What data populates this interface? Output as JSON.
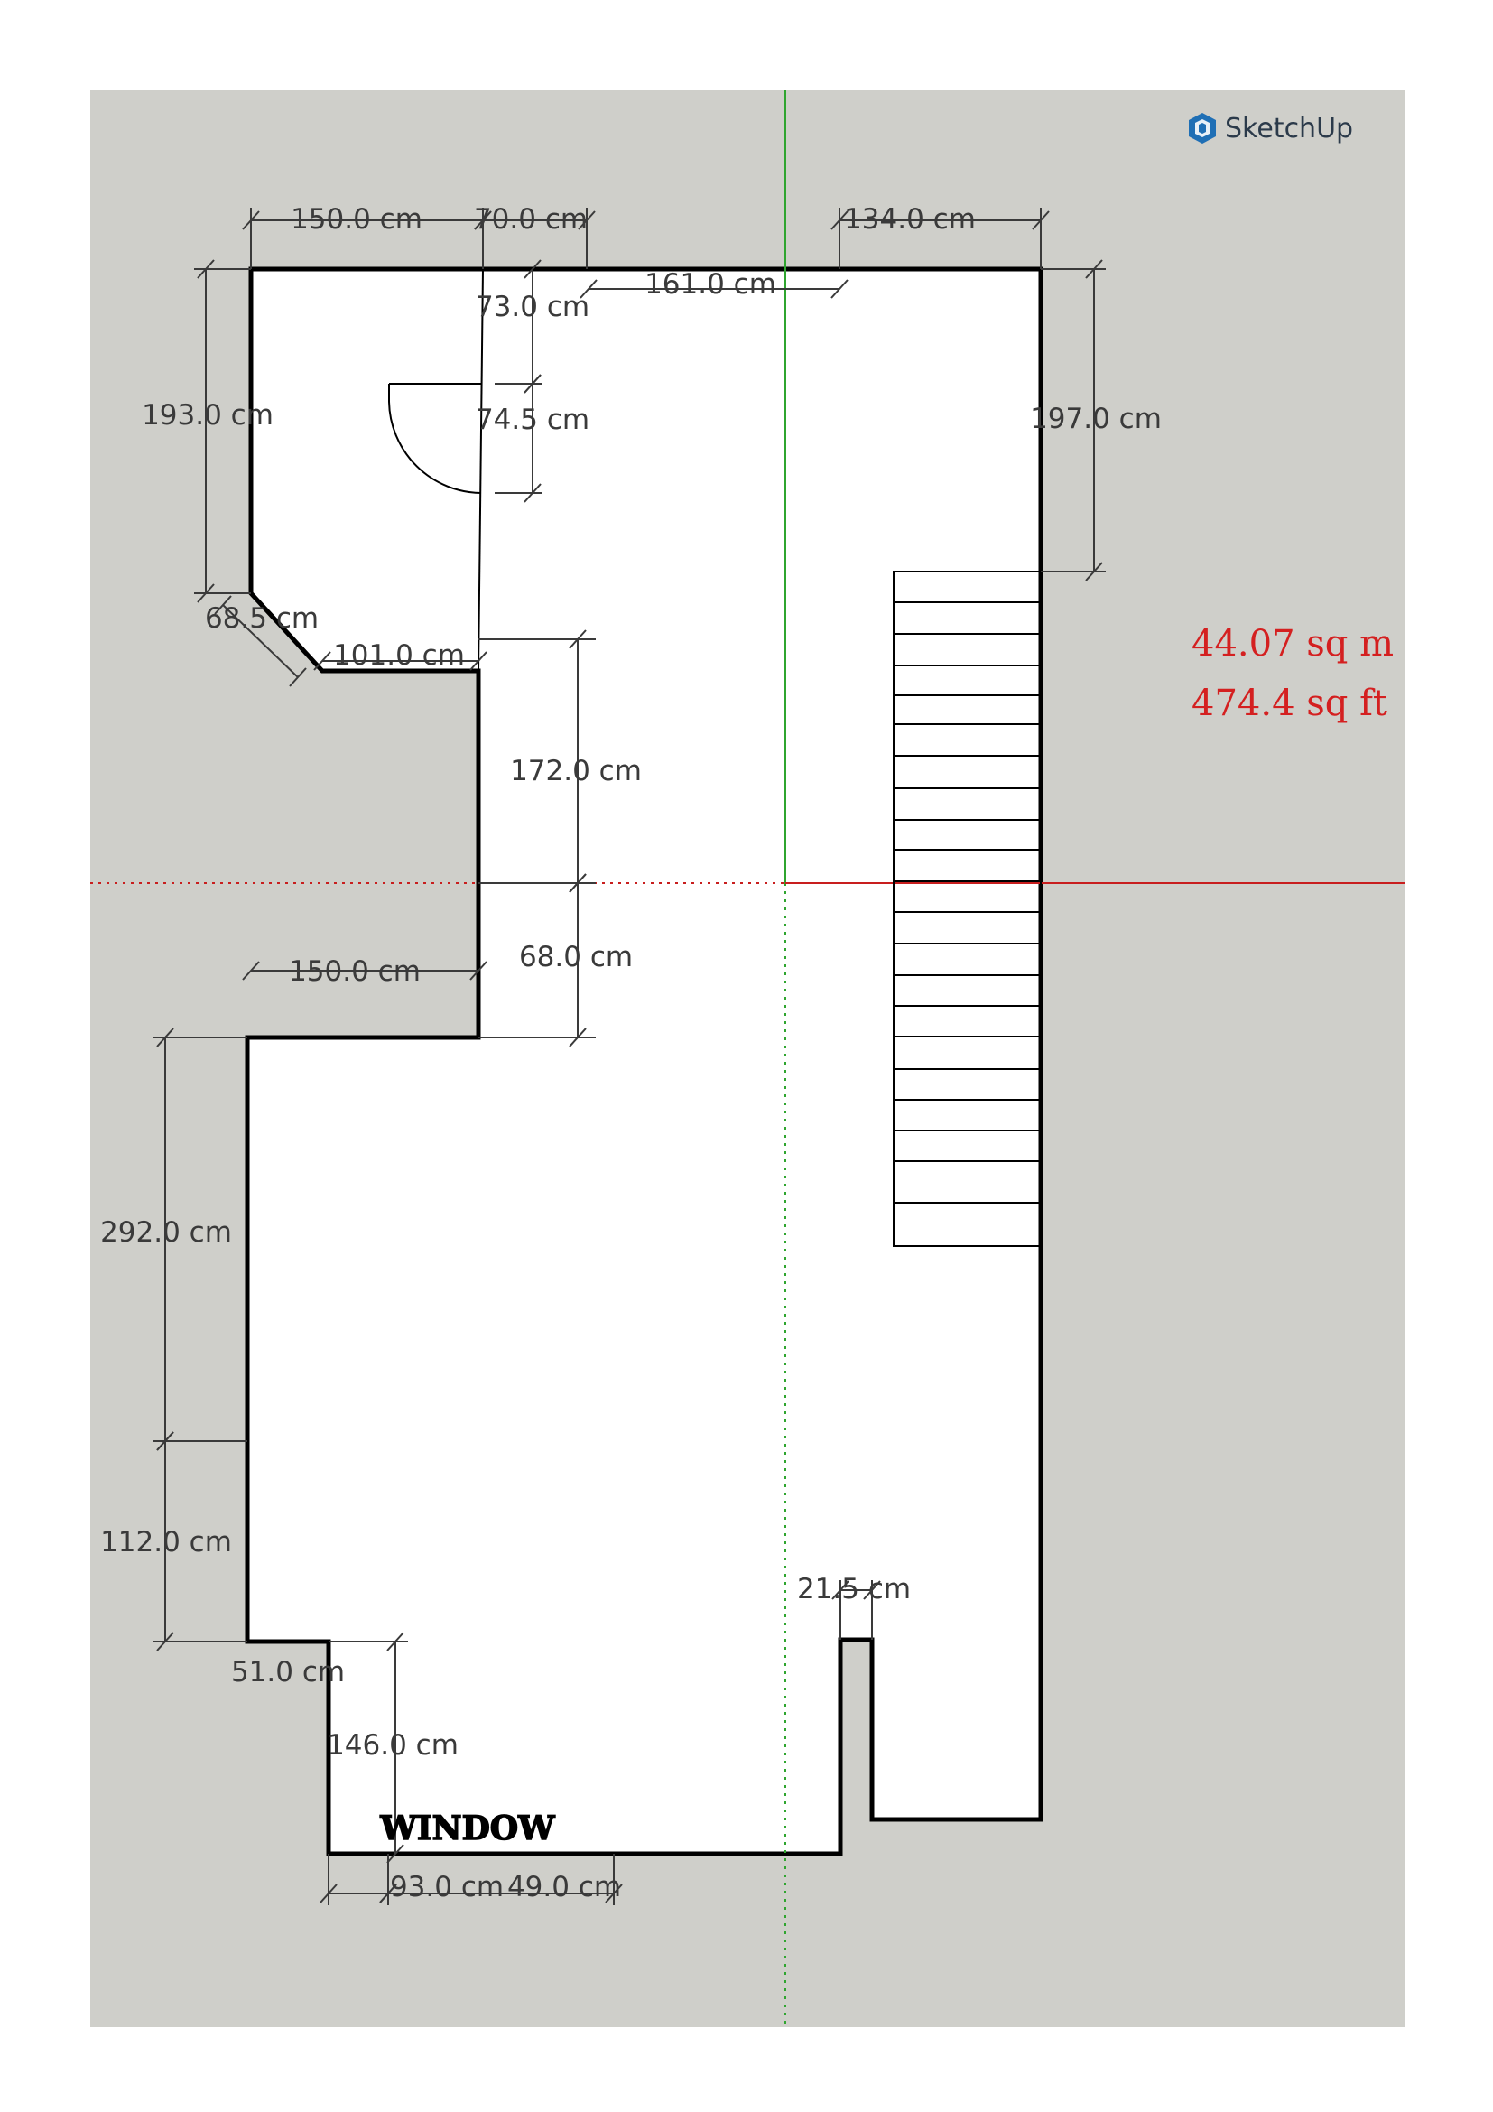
{
  "app": {
    "name": "SketchUp"
  },
  "area": {
    "sq_m": "44.07 sq m",
    "sq_ft": "474.4 sq ft"
  },
  "labels": {
    "window": "WINDOW"
  },
  "dimensions": {
    "top_left_width": "150.0 cm",
    "door_gap": "70.0 cm",
    "top_right_width": "134.0 cm",
    "inner_span": "161.0 cm",
    "door_top_offset": "73.0 cm",
    "door_width": "74.5 cm",
    "left_height": "193.0 cm",
    "right_height": "197.0 cm",
    "chamfer": "68.5 cm",
    "step_width": "101.0 cm",
    "step_height": "172.0 cm",
    "step_lower": "68.0 cm",
    "mid_left_width": "150.0 cm",
    "lower_left_height": "292.0 cm",
    "bottom_left_height": "112.0 cm",
    "bottom_notch": "51.0 cm",
    "window_height": "146.0 cm",
    "window_width": "93.0 cm",
    "window_offset": "49.0 cm",
    "pillar_width": "21.5 cm"
  },
  "colors": {
    "background": "#cfcfca",
    "floor": "#ffffff",
    "wall": "#000000",
    "axis_green": "#2fa52f",
    "axis_red": "#c81e1e",
    "area_text": "#d42020"
  }
}
